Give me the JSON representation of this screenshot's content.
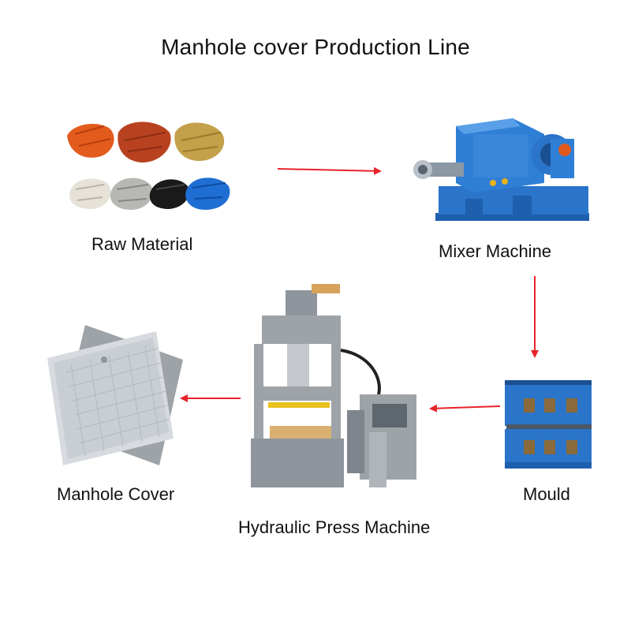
{
  "title": "Manhole cover Production Line",
  "steps": {
    "raw_material": "Raw Material",
    "mixer_machine": "Mixer Machine",
    "mould": "Mould",
    "hydraulic_press": "Hydraulic Press Machine",
    "manhole_cover": "Manhole Cover"
  },
  "colors": {
    "arrow": "#e8232b",
    "machine_blue": "#2a74c9",
    "press_gray": "#9ea3a8",
    "cover_gray": "#c9ced3"
  }
}
